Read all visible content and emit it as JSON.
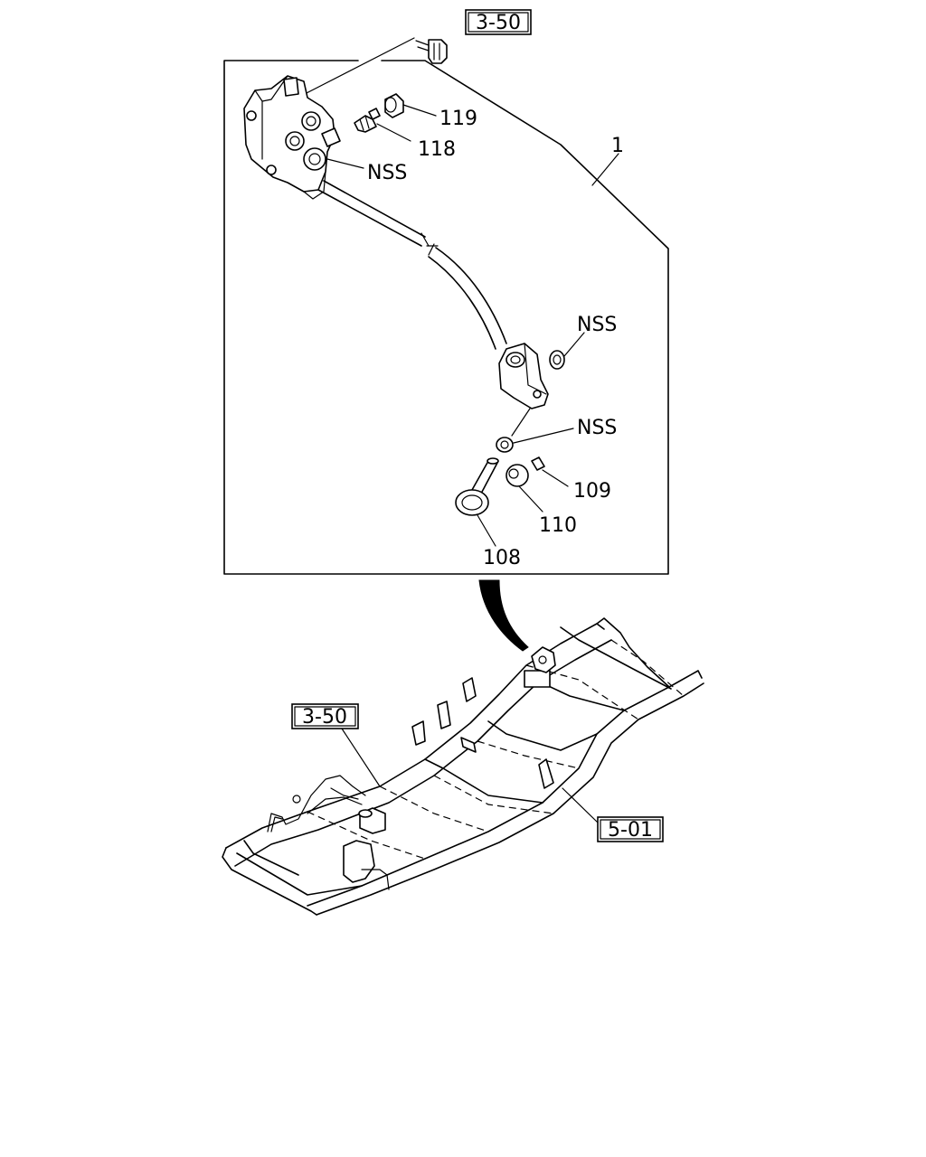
{
  "diagram": {
    "refs": {
      "top": "3-50",
      "frame_left": "3-50",
      "frame_right": "5-01"
    },
    "callouts": {
      "assembly": "1",
      "nut_fitting": "119",
      "fitting": "118",
      "nss_valve": "NSS",
      "nss_nut_upper": "NSS",
      "nss_nut_lower": "NSS",
      "pin": "109",
      "bushing": "110",
      "link_rod": "108"
    }
  }
}
